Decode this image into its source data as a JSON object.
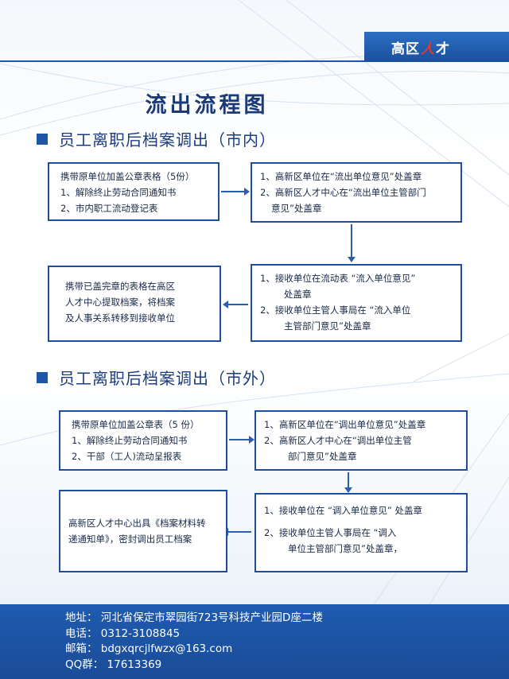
{
  "logo": {
    "left": "高区",
    "slash": "人",
    "right": "才"
  },
  "title": "流出流程图",
  "sections": [
    {
      "heading": "员工离职后档案调出（市内）",
      "boxes": {
        "step1": [
          "携带原单位加盖公章表格（5份）",
          "1、解除终止劳动合同通知书",
          "2、市内职工流动登记表"
        ],
        "step2": [
          "1、高新区单位在“流出单位意见”处盖章",
          "2、高新区人才中心在“流出单位主管部门",
          "意见”处盖章"
        ],
        "step3": [
          "1、接收单位在流动表 “流入单位意见”",
          "处盖章",
          "2、接收单位主管人事局在 “流入单位",
          "主管部门意见”处盖章"
        ],
        "step4": [
          "携带已盖完章的表格在高区",
          "人才中心提取档案，将档案",
          "及人事关系转移到接收单位"
        ]
      }
    },
    {
      "heading": "员工离职后档案调出（市外）",
      "boxes": {
        "step1": [
          "携带原单位加盖公章表（5 份）",
          "1、解除终止劳动合同通知书",
          "2、干部（工人)流动呈报表"
        ],
        "step2": [
          "1、高新区单位在“调出单位意见”处盖章",
          "2、高新区人才中心在“调出单位主管",
          "部门意见”处盖章"
        ],
        "step3": [
          "1、接收单位在 “调入单位意见” 处盖章",
          "2、接收单位主管人事局在 “调入",
          "单位主管部门意见”处盖章，"
        ],
        "step4": [
          "高新区人才中心出具《档案材料转",
          "递通知单》，密封调出员工档案"
        ]
      }
    }
  ],
  "footer": {
    "address": "地址：  河北省保定市翠园街723号科技产业园D座二楼",
    "phone": "电话：  0312-3108845",
    "email": "邮箱：  bdgxqrcjlfwzx@163.com",
    "qq": "QQ群：  17613369"
  },
  "colors": {
    "primary": "#1d56a6",
    "title": "#1a3a78",
    "footer": "#1f5bb0",
    "accent": "#e23a2c"
  }
}
